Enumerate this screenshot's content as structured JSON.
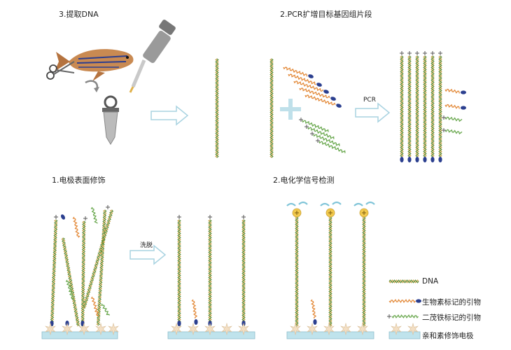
{
  "panels": {
    "extract": {
      "title": "3.提取DNA"
    },
    "pcr": {
      "title": "2.PCR扩增目标基因组片段",
      "arrow_label": "PCR"
    },
    "modify": {
      "title": "1.电极表面修饰",
      "arrow_label": "洗脱"
    },
    "detect": {
      "title": "2.电化学信号检测"
    }
  },
  "legend": {
    "dna": "DNA",
    "biotin_primer": "生物素标记的引物",
    "ferrocene_primer": "二茂铁标记的引物",
    "electrode": "亲和素修饰电极"
  },
  "colors": {
    "dna_strand_a": "#c9a24a",
    "dna_strand_b": "#5f8f3a",
    "primer_orange": "#e38a3a",
    "primer_green": "#6aa84f",
    "biotin_blue": "#2b3f8f",
    "electrode": "#bfe3ec",
    "streptavidin": "#f3dfc4",
    "ferrocene_gold": "#f2c94c",
    "arrow": "#bfe0ea"
  }
}
